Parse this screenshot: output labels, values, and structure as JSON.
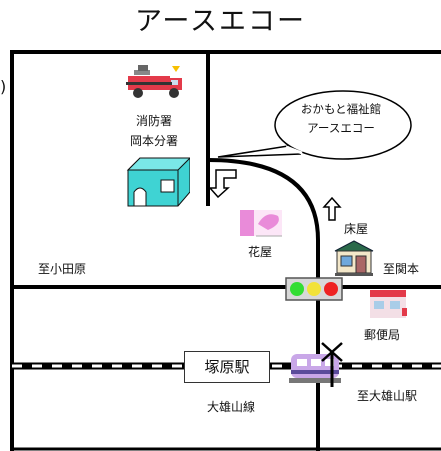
{
  "title": "アースエコー",
  "bubble": {
    "line1": "おかもと福祉館",
    "line2": "アースエコー"
  },
  "labels": {
    "fire_station_1": "消防署",
    "fire_station_2": "岡本分署",
    "flower_shop": "花屋",
    "barber": "床屋",
    "to_odawara": "至小田原",
    "to_sekimoto": "至関本",
    "post_office": "郵便局",
    "station": "塚原駅",
    "to_daiyuzan_station": "至大雄山駅",
    "line_name": "大雄山線",
    "partial_left": ")"
  },
  "colors": {
    "road": "#000000",
    "building": "#3fd3d3",
    "light_green": "#33dd33",
    "light_yellow": "#f2e23a",
    "light_red": "#ee2222",
    "post_red": "#e33a4a",
    "flower_pink": "#e98bd9"
  },
  "icons": [
    "fire-truck-icon",
    "facility-building-icon",
    "turn-arrow-icon",
    "up-arrow-icon",
    "flower-shop-icon",
    "barber-shop-icon",
    "traffic-light-icon",
    "post-office-icon",
    "train-icon",
    "railroad-crossing-icon"
  ]
}
